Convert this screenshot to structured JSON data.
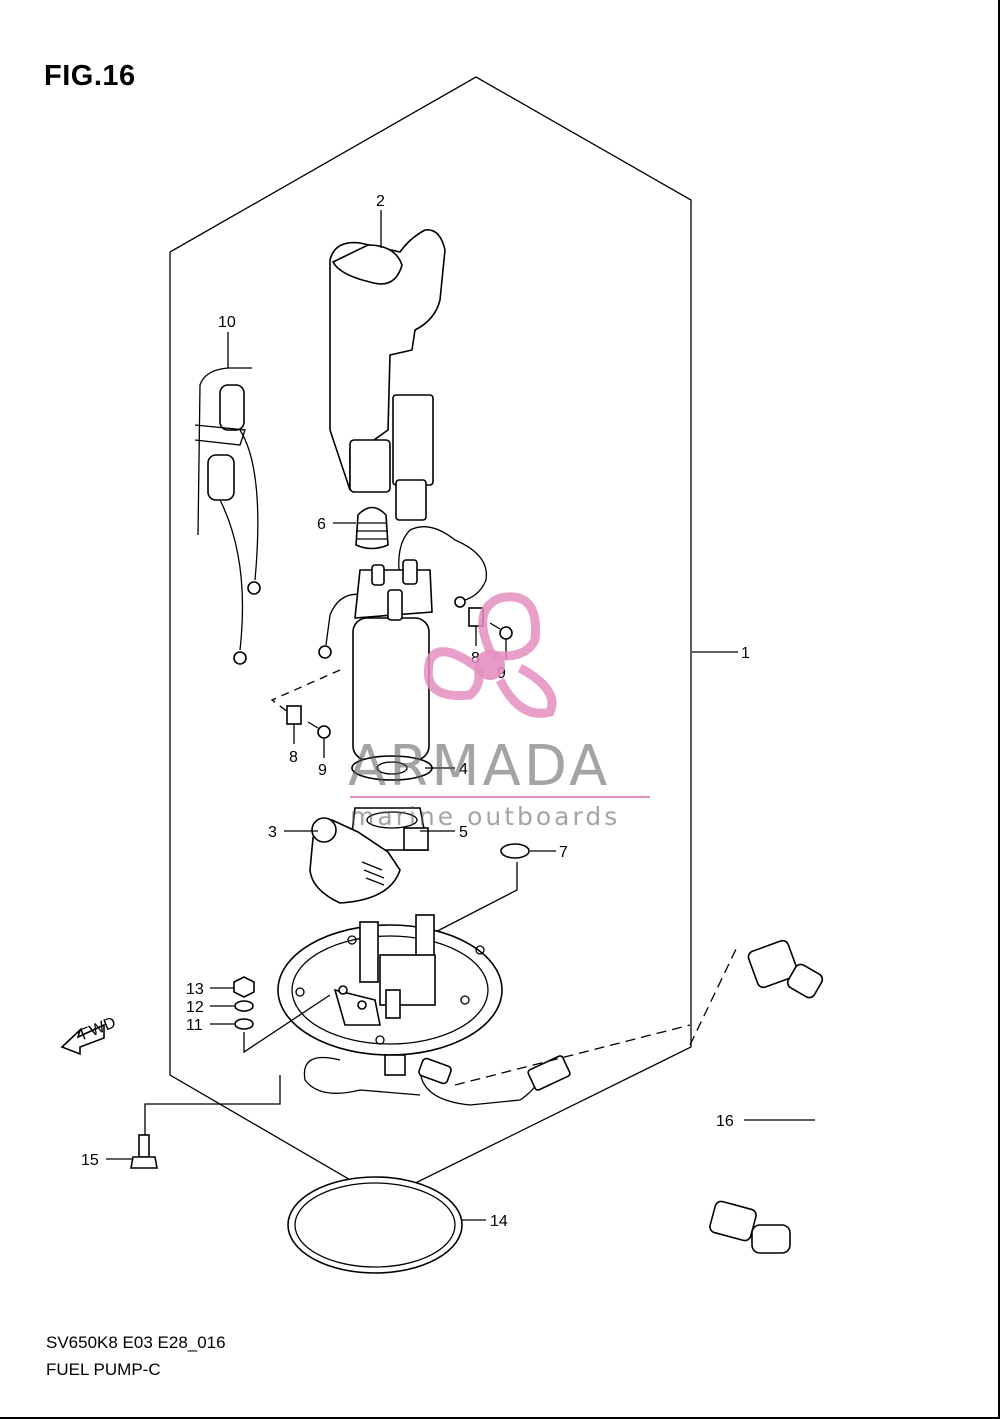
{
  "figure": {
    "title": "FIG.16",
    "code": "SV650K8 E03 E28_016",
    "name": "FUEL PUMP-C"
  },
  "callouts": [
    "1",
    "2",
    "3",
    "4",
    "5",
    "6",
    "7",
    "8",
    "9",
    "10",
    "11",
    "12",
    "13",
    "14",
    "15",
    "16"
  ],
  "callouts_repeat": {
    "8b": "8",
    "9b": "9"
  },
  "fwd_label": "FWD",
  "watermark": {
    "brand": "ARMADA",
    "tagline": "marine outboards",
    "color": "#e48fc0"
  }
}
